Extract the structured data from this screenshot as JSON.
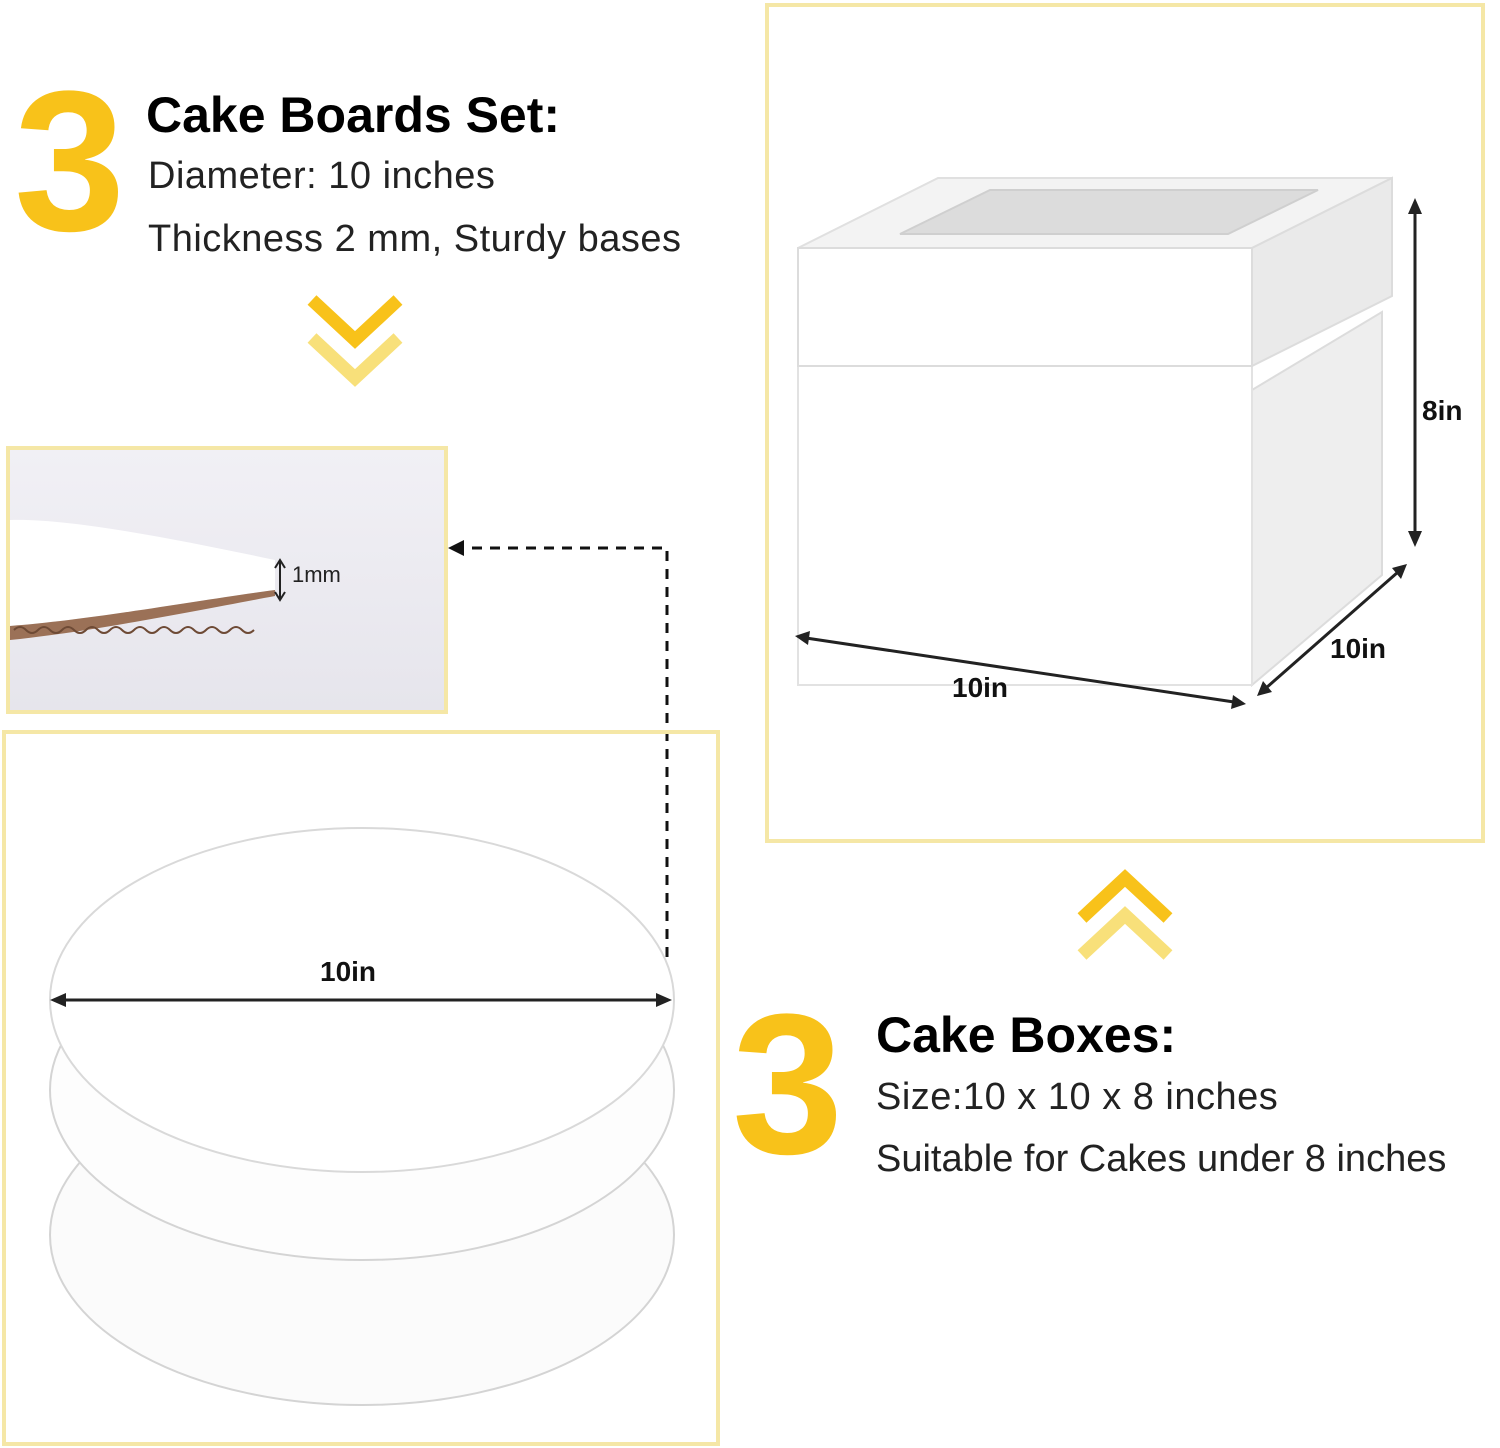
{
  "boards": {
    "count": "3",
    "heading": "Cake Boards Set:",
    "line1": "Diameter: 10 inches",
    "line2": "Thickness 2 mm, Sturdy bases",
    "thickness_label": "1mm",
    "diameter_label": "10in"
  },
  "boxes": {
    "count": "3",
    "heading": "Cake Boxes:",
    "line1": "Size:10 x 10 x 8 inches",
    "line2": "Suitable for Cakes under 8 inches",
    "height_label": "8in",
    "depth_label": "10in",
    "width_label": "10in"
  },
  "colors": {
    "accent": "#f8c21a",
    "frame": "#f5e7a6"
  }
}
